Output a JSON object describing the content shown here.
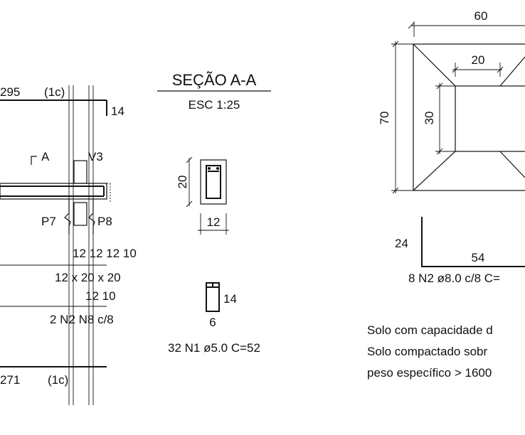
{
  "beam_elevation": {
    "top_dim_value": "295",
    "top_dim_tag": "(1c)",
    "top_hook": "14",
    "section_mark": "A",
    "column_label": "V3",
    "pillar_left": "P7",
    "pillar_right": "P8",
    "stirrup_dims_1": "12 12 12 10",
    "stirrup_spacing_1": "12 x 20 x 20",
    "stirrup_dims_2": "12  10",
    "stirrup_spec": "2 N2 N8 c/8",
    "bottom_dim_value": "271",
    "bottom_dim_tag": "(1c)"
  },
  "section_aa": {
    "title": "SEÇÃO A-A",
    "scale": "ESC 1:25",
    "height": "20",
    "width": "12",
    "stirrup_hook": "14",
    "stirrup_width": "6",
    "stirrup_spec": "32 N1 ø5.0  C=52"
  },
  "footing_plan": {
    "outer_width": "60",
    "inner_width": "20",
    "outer_height": "70",
    "inner_height": "30"
  },
  "footing_bar": {
    "vertical": "24",
    "horizontal": "54",
    "spec": "8 N2 ø8.0 c/8  C="
  },
  "notes": [
    "Solo com capacidade d",
    "Solo compactado sobr",
    "peso específico > 1600"
  ]
}
